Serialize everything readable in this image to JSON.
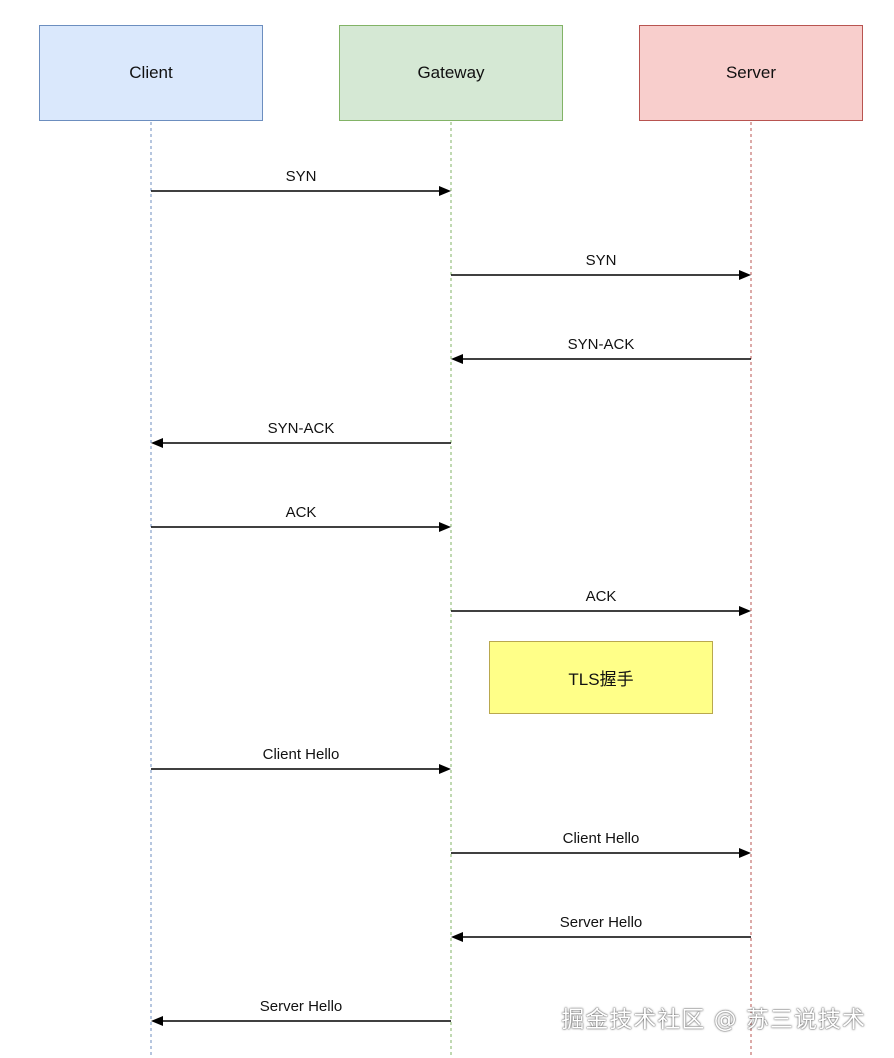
{
  "participants": [
    {
      "id": "client",
      "label": "Client",
      "color": "#dae8fc",
      "border": "#6c8ebf",
      "lifeline": "#6c8ebf"
    },
    {
      "id": "gateway",
      "label": "Gateway",
      "color": "#d5e8d4",
      "border": "#82b366",
      "lifeline": "#82b366"
    },
    {
      "id": "server",
      "label": "Server",
      "color": "#f8cecc",
      "border": "#b85450",
      "lifeline": "#b85450"
    }
  ],
  "messages": [
    {
      "from": "client",
      "to": "gateway",
      "label": "SYN"
    },
    {
      "from": "gateway",
      "to": "server",
      "label": "SYN"
    },
    {
      "from": "server",
      "to": "gateway",
      "label": "SYN-ACK"
    },
    {
      "from": "gateway",
      "to": "client",
      "label": "SYN-ACK"
    },
    {
      "from": "client",
      "to": "gateway",
      "label": "ACK"
    },
    {
      "from": "gateway",
      "to": "server",
      "label": "ACK"
    },
    {
      "from": "client",
      "to": "gateway",
      "label": "Client Hello"
    },
    {
      "from": "gateway",
      "to": "server",
      "label": "Client Hello"
    },
    {
      "from": "server",
      "to": "gateway",
      "label": "Server Hello"
    },
    {
      "from": "gateway",
      "to": "client",
      "label": "Server Hello"
    }
  ],
  "note": {
    "label": "TLS握手",
    "color": "#ffff88"
  },
  "watermark": "掘金技术社区 @ 苏三说技术"
}
